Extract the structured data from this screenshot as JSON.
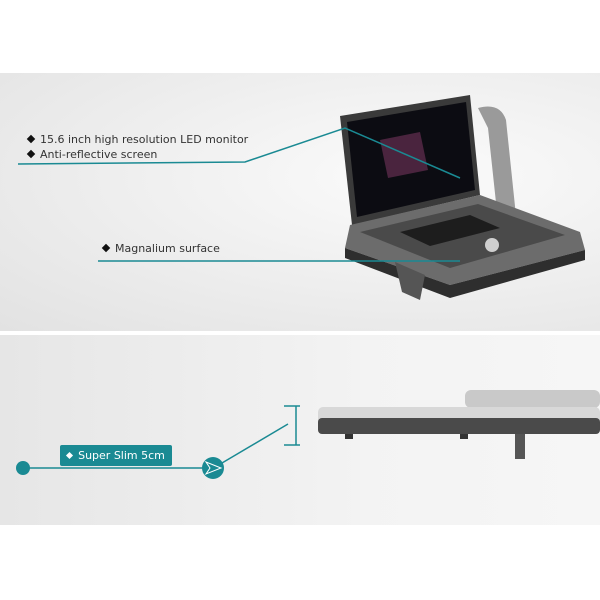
{
  "features": {
    "monitor": [
      "15.6 inch high resolution LED monitor",
      "Anti-reflective screen"
    ],
    "surface": "Magnalium surface",
    "slim": "Super Slim 5cm"
  },
  "colors": {
    "accent": "#1a8a93",
    "text": "#333333"
  },
  "icons": {
    "bullet": "diamond-icon",
    "pointer": "send-arrow-icon",
    "dimension": "height-dimension-icon"
  }
}
